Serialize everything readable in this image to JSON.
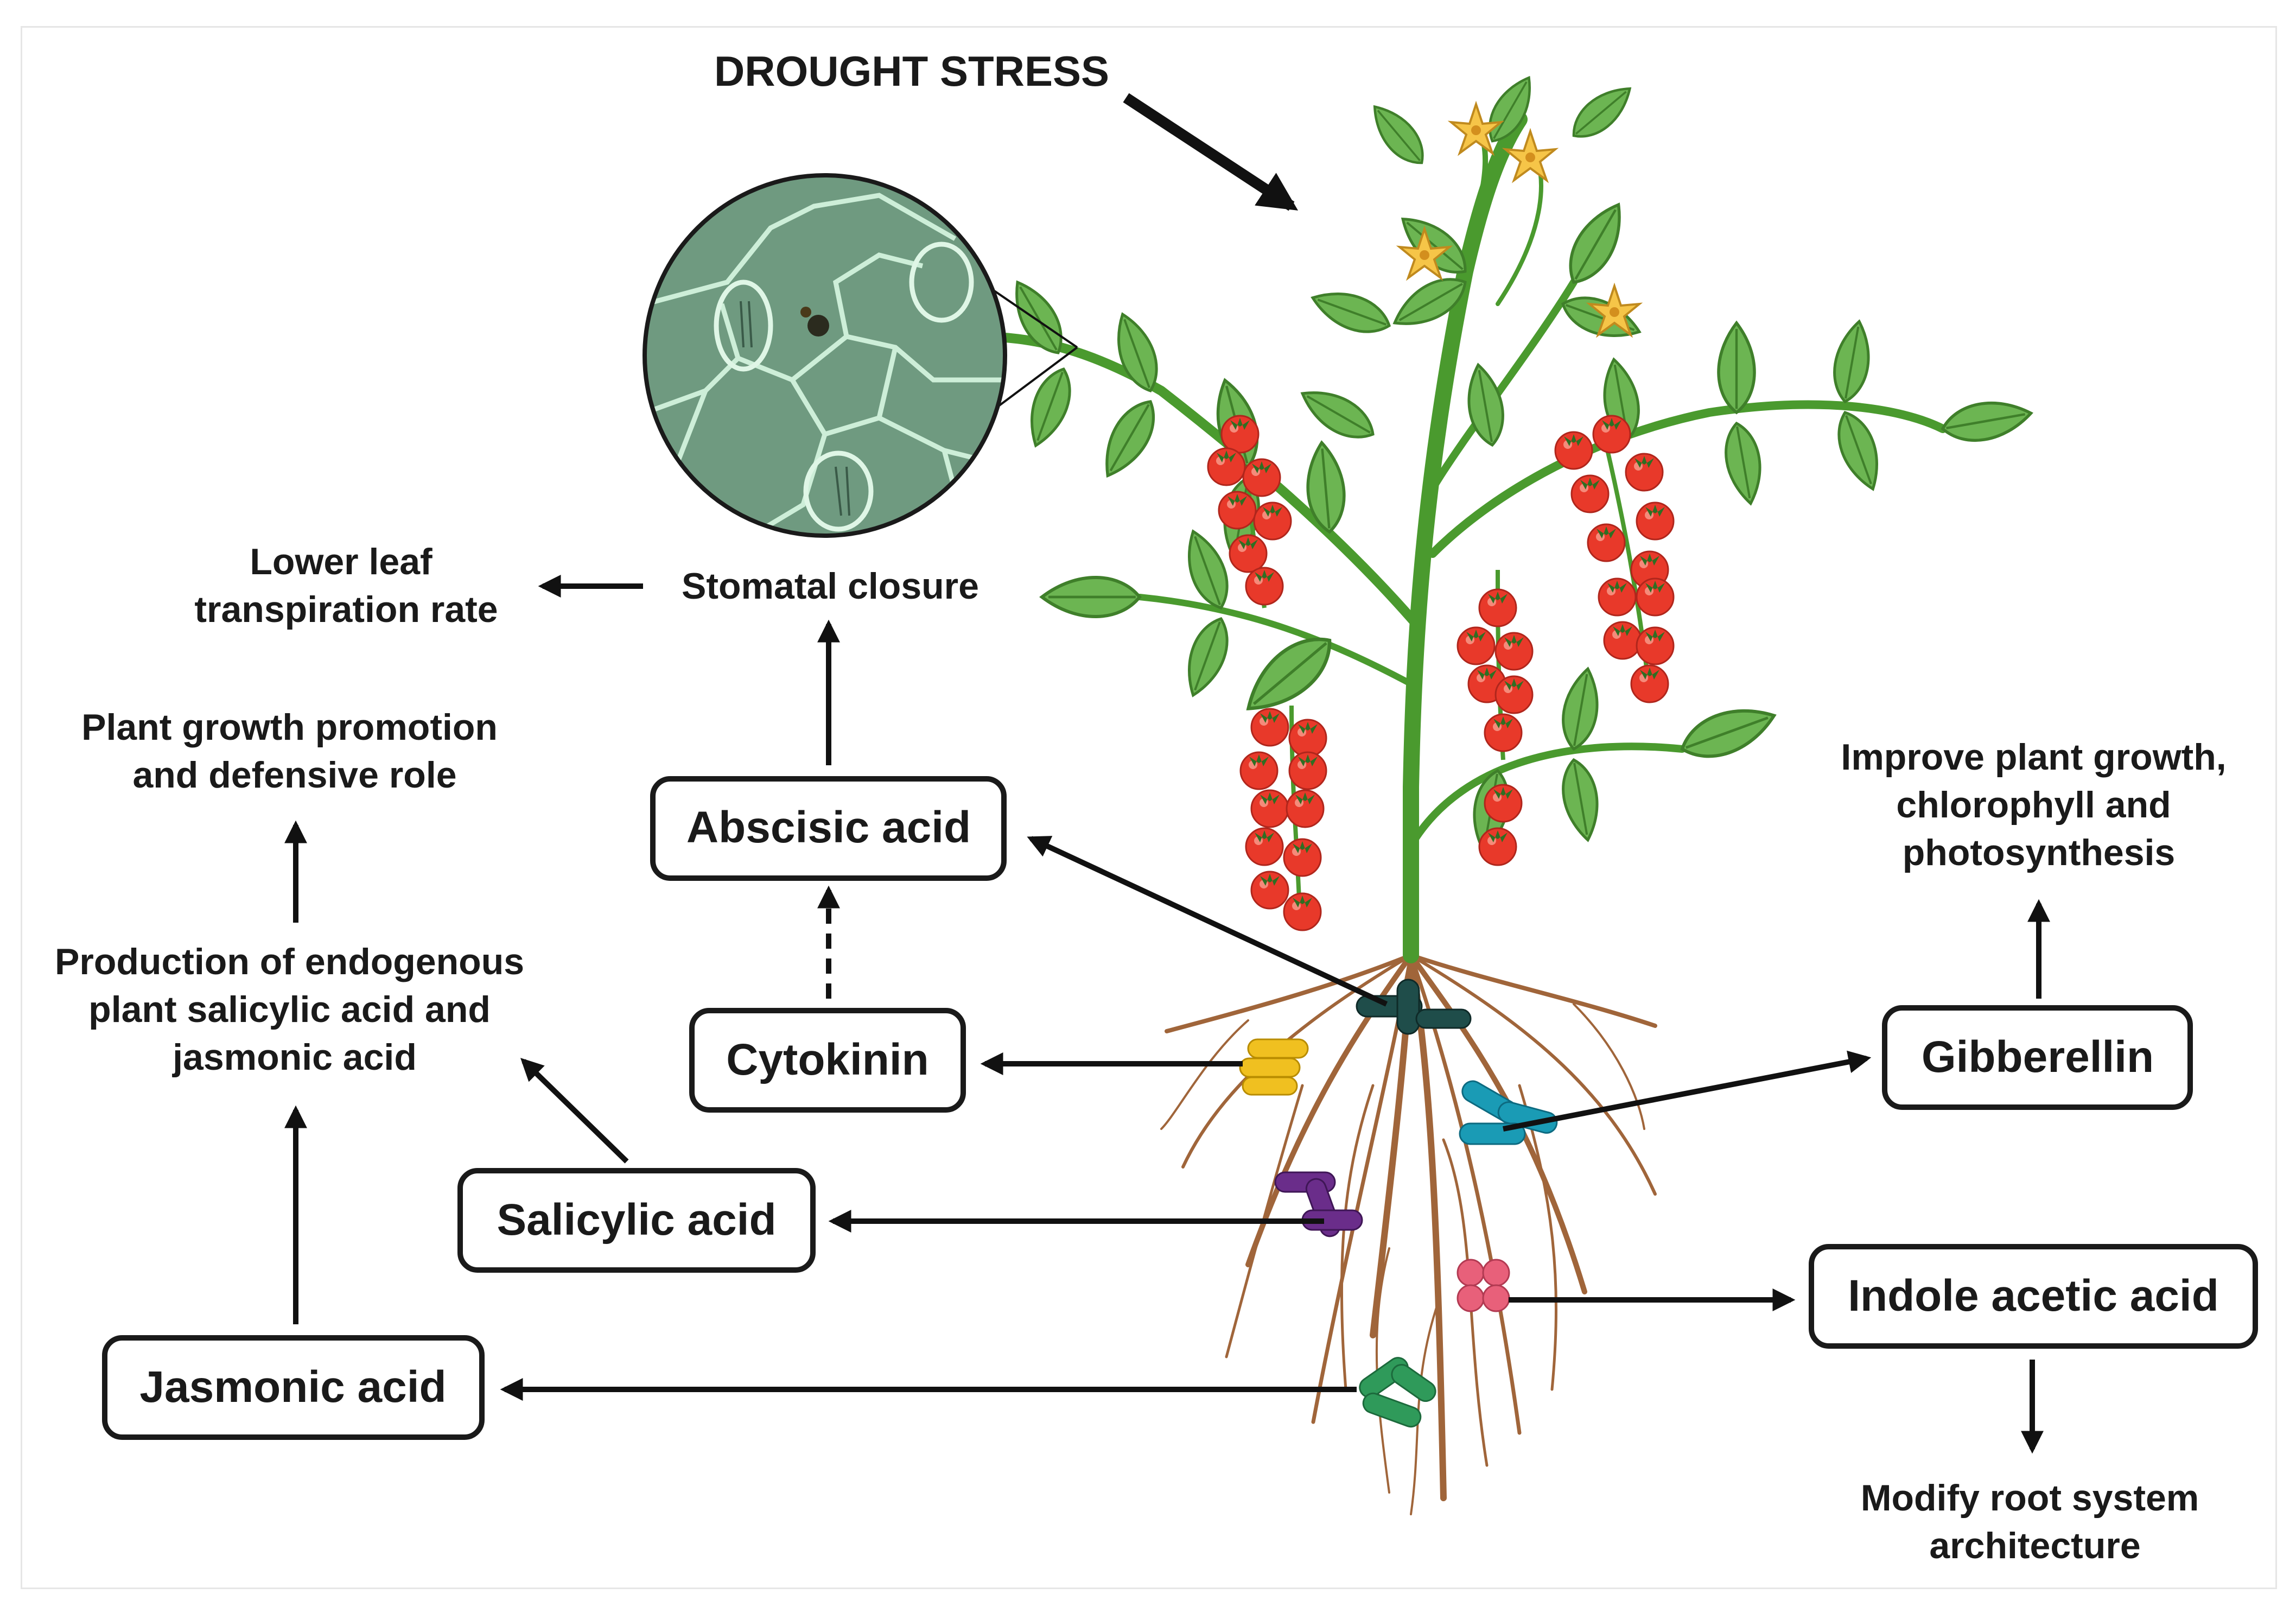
{
  "title": "DROUGHT STRESS",
  "outcomes": {
    "stomatal_closure": "Stomatal closure",
    "transpiration": [
      "Lower leaf",
      "transpiration rate"
    ],
    "growth_promotion": [
      "Plant growth promotion",
      "and defensive role"
    ],
    "endogenous": [
      "Production of endogenous",
      "plant salicylic acid and",
      "jasmonic acid"
    ],
    "gibberellin_effect": [
      "Improve plant growth,",
      "chlorophyll and",
      "photosynthesis"
    ],
    "root_architecture": [
      "Modify root system",
      "architecture"
    ]
  },
  "hormones": {
    "abscisic_acid": "Abscisic acid",
    "cytokinin": "Cytokinin",
    "salicylic_acid": "Salicylic acid",
    "jasmonic_acid": "Jasmonic acid",
    "gibberellin": "Gibberellin",
    "indole_acetic_acid": "Indole acetic acid"
  },
  "colors": {
    "box_border": "#1a1a1a",
    "arrow": "#111111",
    "stem": "#4a9a2e",
    "leaf": "#6cb552",
    "leaf_dark": "#3f7f2a",
    "fruit": "#e8392a",
    "flower": "#f6c548",
    "root": "#a0653a",
    "microscope": "#6f9a80",
    "bacteria_abscisic": "#1f4d4a",
    "bacteria_cytokinin": "#f0c020",
    "bacteria_gibberellin": "#1a9bb5",
    "bacteria_salicylic": "#6a2d8a",
    "bacteria_indole": "#e8607a",
    "bacteria_jasmonic": "#2f9a5a"
  }
}
